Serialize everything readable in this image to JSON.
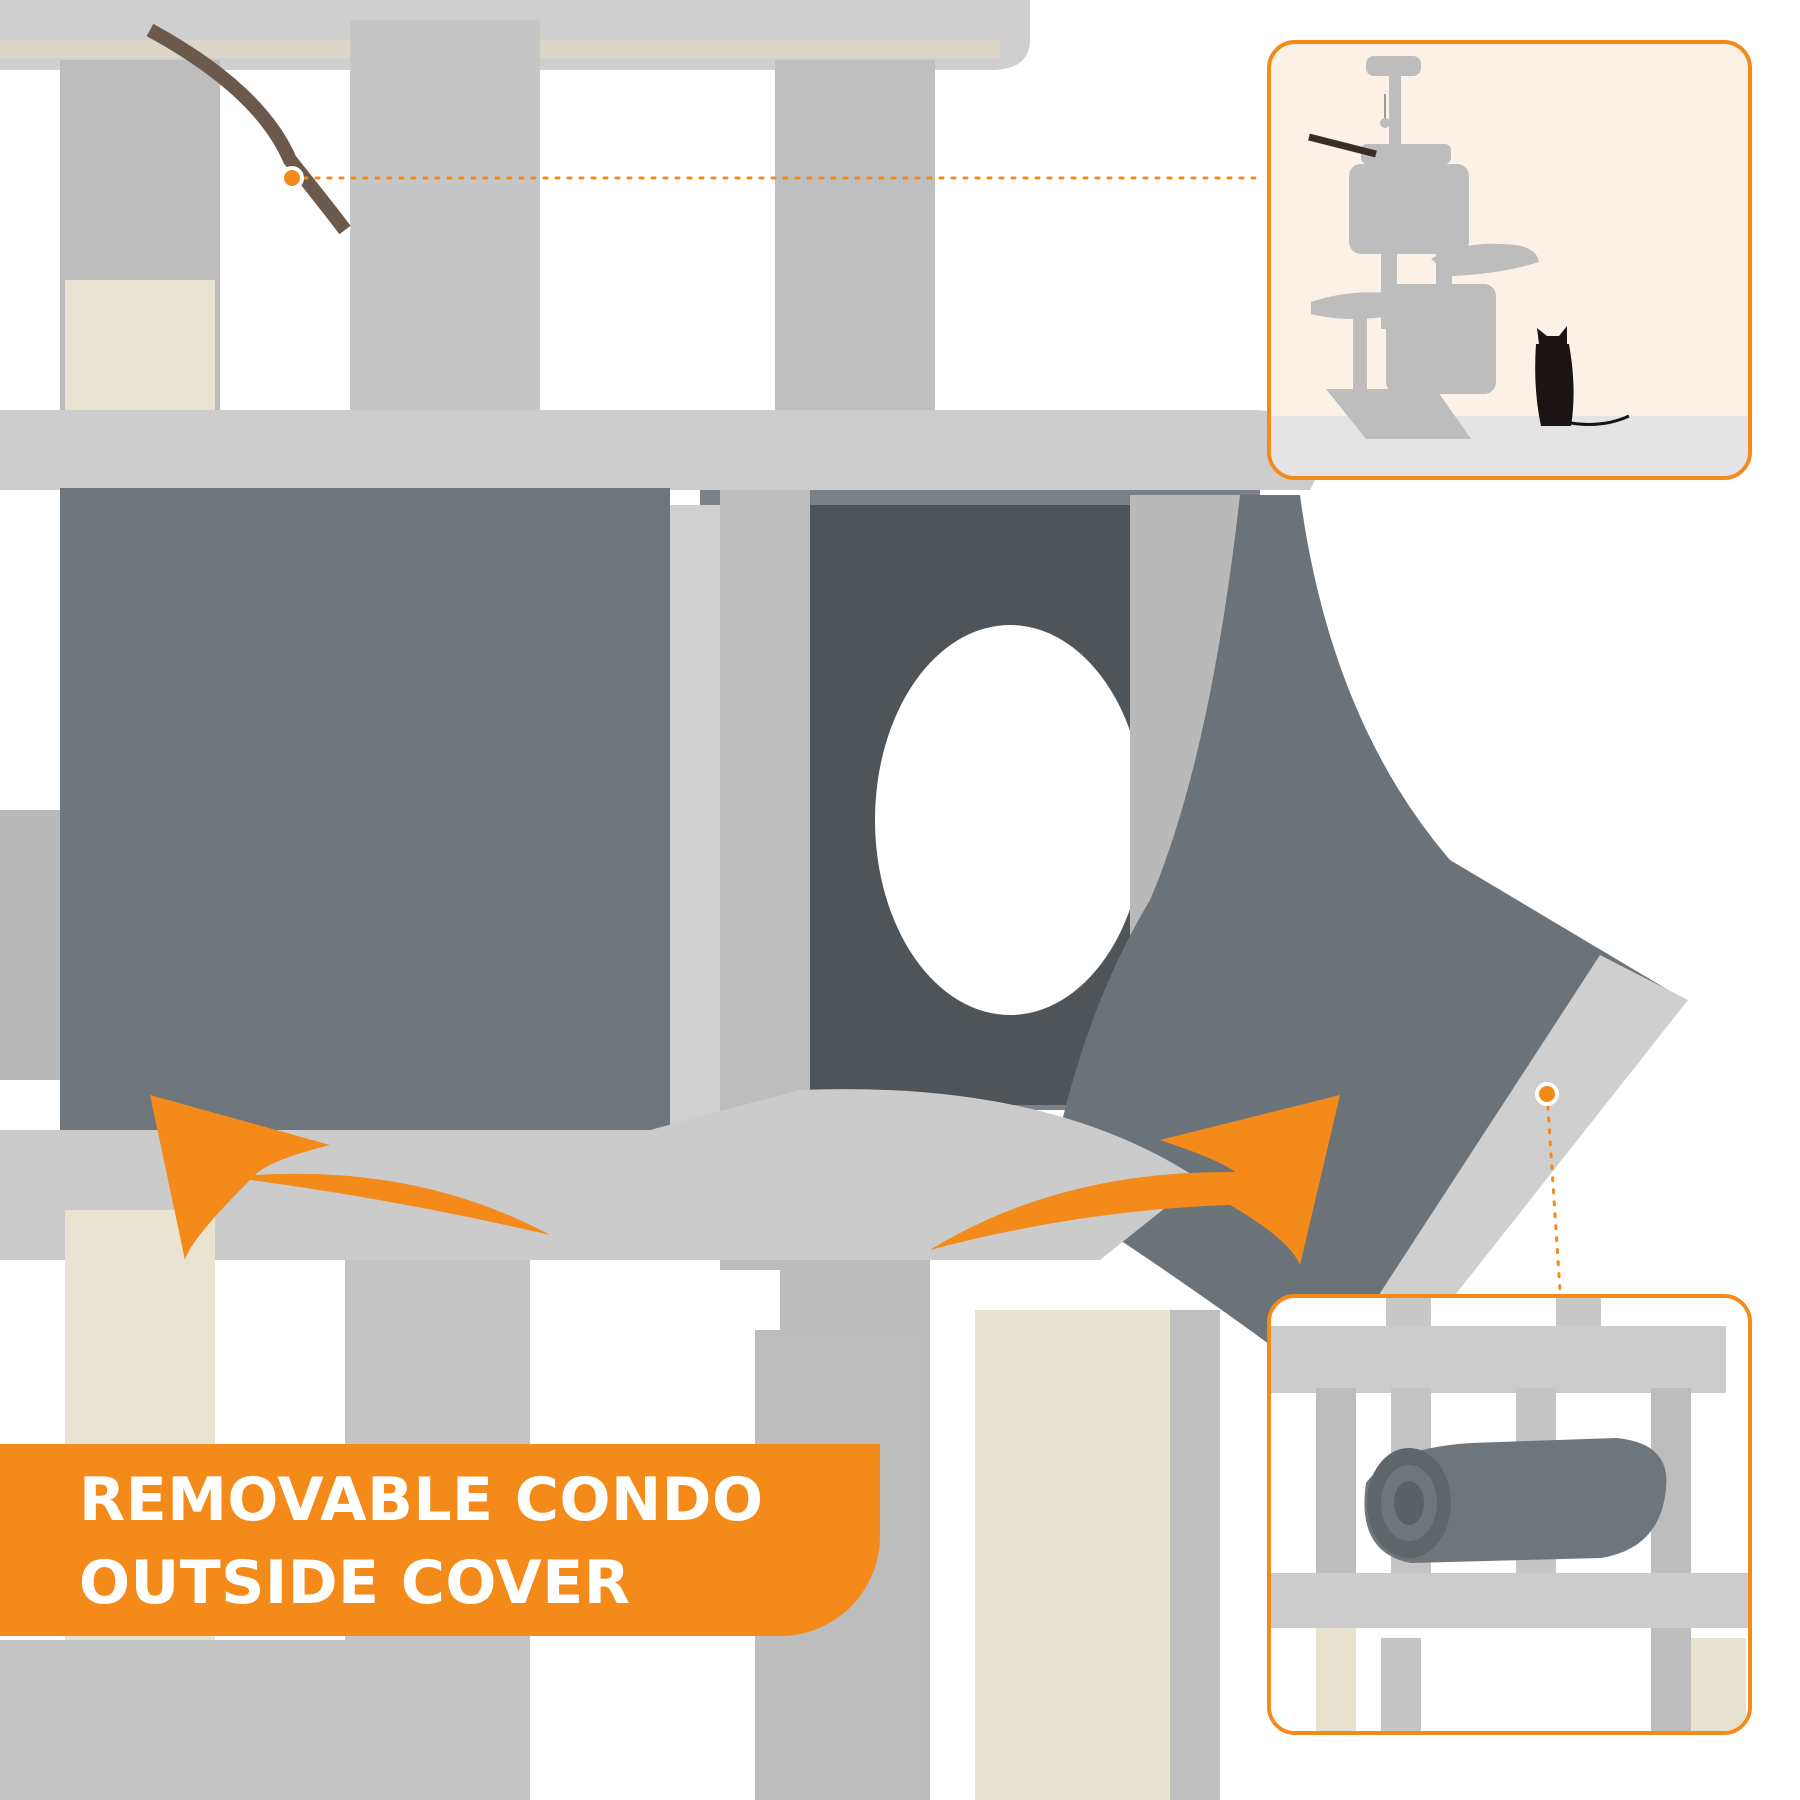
{
  "banner": {
    "line1": "REMOVABLE CONDO",
    "line2": "OUTSIDE COVER"
  },
  "colors": {
    "accent_orange": "#f48a1a",
    "plush_light": "#c9c9c9",
    "felt_dark": "#6f767b",
    "sisal": "#e9e3d2",
    "inset_bg": "#fcf1e7"
  },
  "icons": {
    "top_inset": "cat-tree-silhouette-with-cat",
    "bottom_inset": "rolled-cover-in-condo"
  }
}
